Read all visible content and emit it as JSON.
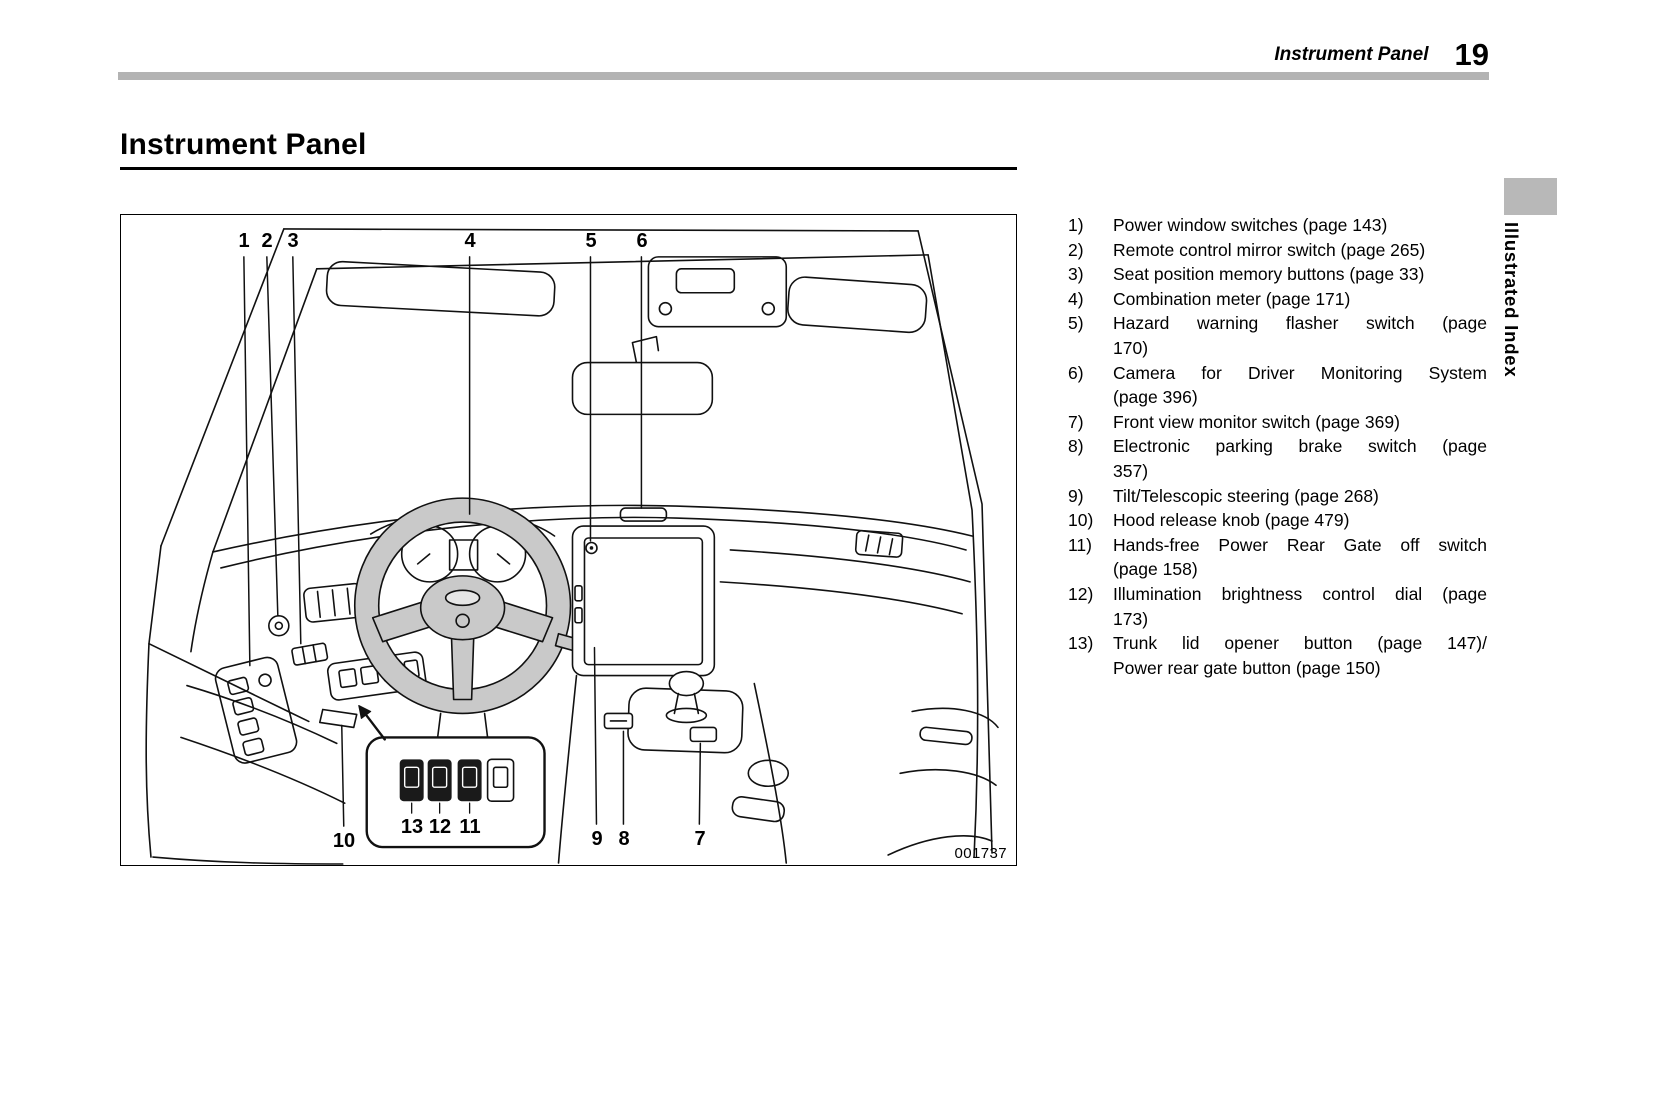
{
  "header": {
    "section": "Instrument Panel",
    "page_number": "19"
  },
  "title": "Instrument Panel",
  "side_tab": {
    "label": "Illustrated Index"
  },
  "figure": {
    "code": "001737",
    "callouts": {
      "n1": "1",
      "n2": "2",
      "n3": "3",
      "n4": "4",
      "n5": "5",
      "n6": "6",
      "n7": "7",
      "n8": "8",
      "n9": "9",
      "n10": "10",
      "n11": "11",
      "n12": "12",
      "n13": "13"
    }
  },
  "legend": [
    {
      "num": "1)",
      "lines": [
        "Power window switches (page 143)"
      ]
    },
    {
      "num": "2)",
      "lines": [
        "Remote control mirror switch (page 265)"
      ]
    },
    {
      "num": "3)",
      "lines": [
        "Seat position memory buttons (page 33)"
      ]
    },
    {
      "num": "4)",
      "lines": [
        "Combination meter (page 171)"
      ]
    },
    {
      "num": "5)",
      "lines": [
        "Hazard warning flasher switch (page",
        "170)"
      ]
    },
    {
      "num": "6)",
      "lines": [
        "Camera for Driver Monitoring System",
        "(page 396)"
      ]
    },
    {
      "num": "7)",
      "lines": [
        "Front view monitor switch (page 369)"
      ]
    },
    {
      "num": "8)",
      "lines": [
        "Electronic parking brake switch (page",
        "357)"
      ]
    },
    {
      "num": "9)",
      "lines": [
        "Tilt/Telescopic steering (page 268)"
      ]
    },
    {
      "num": "10)",
      "lines": [
        "Hood release knob (page 479)"
      ]
    },
    {
      "num": "11)",
      "lines": [
        "Hands-free Power Rear Gate off switch",
        "(page 158)"
      ]
    },
    {
      "num": "12)",
      "lines": [
        "Illumination brightness control dial (page",
        "173)"
      ]
    },
    {
      "num": "13)",
      "lines": [
        "Trunk lid opener button (page 147)/",
        "Power rear gate button (page 150)"
      ]
    }
  ],
  "colors": {
    "head_rule": "#b3b3b3",
    "edge_tab": "#b8b8b8",
    "wheel_fill": "#c9c9c9"
  }
}
